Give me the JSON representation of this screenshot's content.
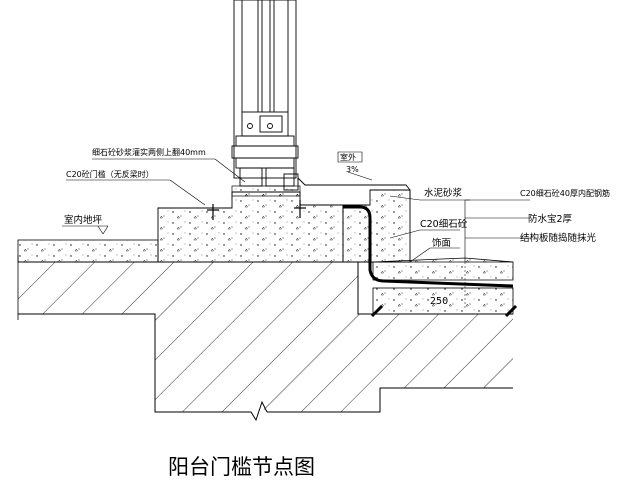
{
  "drawing": {
    "title": "阳台门槛节点图",
    "labels": {
      "fine_concrete_grout": "细石砼砂浆灌实两侧上翻40mm",
      "c20_threshold": "C20砼门槛（无反梁时）",
      "indoor_floor": "室内地坪",
      "outdoor": "室外",
      "slope": "3%",
      "cement_mortar": "水泥砂浆",
      "c20_fine_concrete": "C20细石砼",
      "finish": "饰面",
      "c20_40_reinforced": "C20细石砼40厚内配钢筋",
      "waterproof": "防水宝2厚",
      "structural_slab": "结构板随捣随抹光",
      "dimension_250": "250"
    }
  }
}
